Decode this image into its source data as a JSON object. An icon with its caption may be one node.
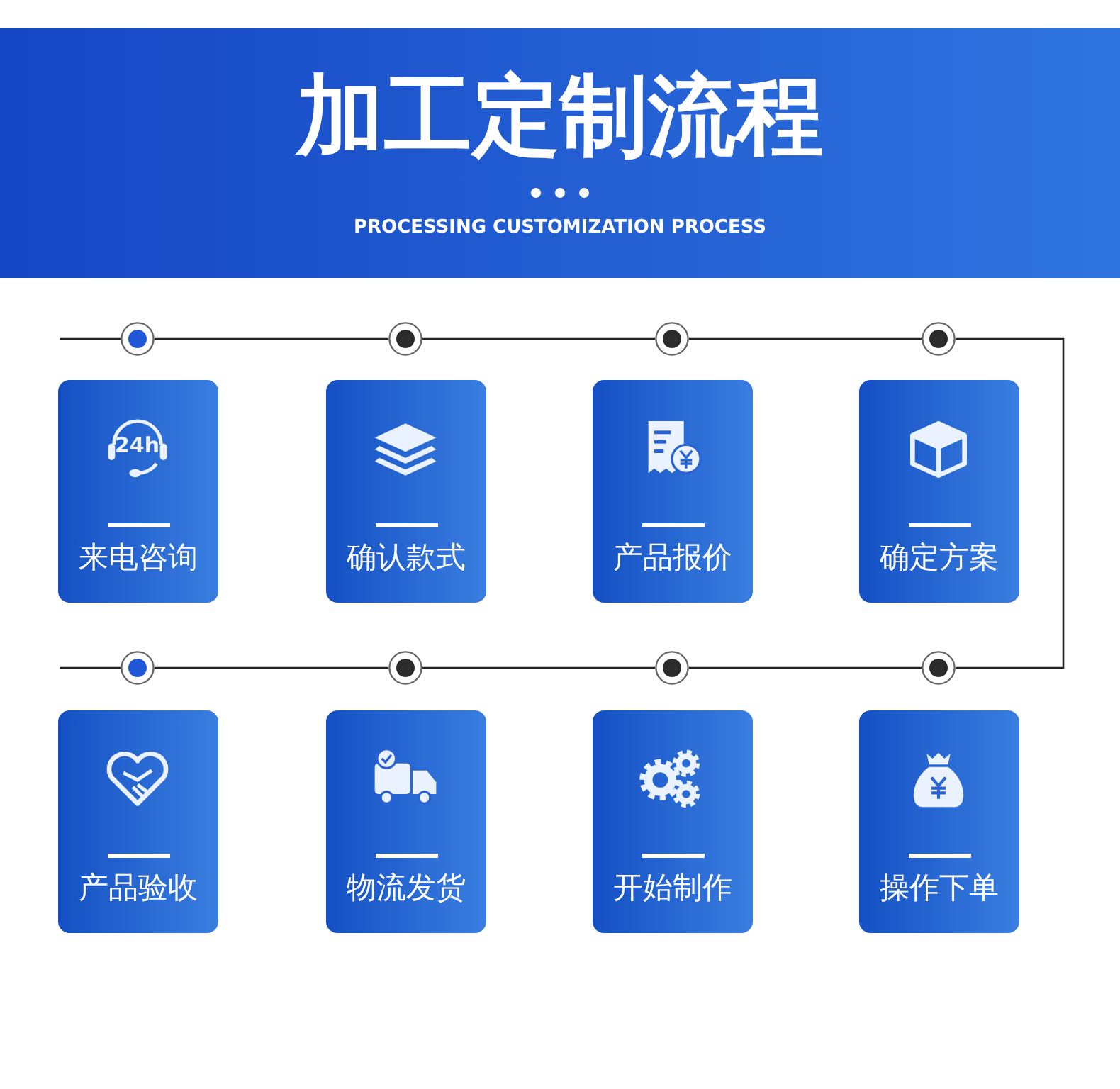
{
  "diagram": {
    "title": "加工定制流程",
    "nodes": [
      {
        "text": [],
        "shape": "circle"
      },
      {
        "text": [],
        "shape": "circle"
      },
      {
        "text": [],
        "shape": "circle"
      },
      {
        "text": [],
        "shape": "circle"
      },
      {
        "text": [
          "来电咨询"
        ]
      },
      {
        "text": [
          "确认款式"
        ]
      },
      {
        "text": [
          "产品报价"
        ]
      },
      {
        "text": [
          "确定方案"
        ]
      },
      {
        "text": [],
        "shape": "circle"
      },
      {
        "text": [],
        "shape": "circle"
      },
      {
        "text": [],
        "shape": "circle"
      },
      {
        "text": [],
        "shape": "circle"
      },
      {
        "text": [
          "产品验收"
        ]
      },
      {
        "text": [
          "物流发货"
        ]
      },
      {
        "text": [
          "开始制作"
        ]
      },
      {
        "text": [
          "操作下单"
        ]
      }
    ],
    "edges": [
      {
        "from": null,
        "to": 0,
        "arrow": "none"
      },
      {
        "from": 0,
        "to": 1,
        "arrow": "none"
      },
      {
        "from": 1,
        "to": 2,
        "arrow": "none"
      },
      {
        "from": 2,
        "to": 3,
        "arrow": "none"
      },
      {
        "from": 3,
        "to": 11,
        "arrow": "none"
      },
      {
        "from": 11,
        "to": 10,
        "arrow": "none"
      },
      {
        "from": 10,
        "to": 9,
        "arrow": "none"
      },
      {
        "from": 9,
        "to": 8,
        "arrow": "none"
      },
      {
        "from": 8,
        "to": null,
        "arrow": "none"
      }
    ],
    "labels": [
      "PROCESSING CUSTOMIZATION PROCESS",
      "24h"
    ]
  }
}
